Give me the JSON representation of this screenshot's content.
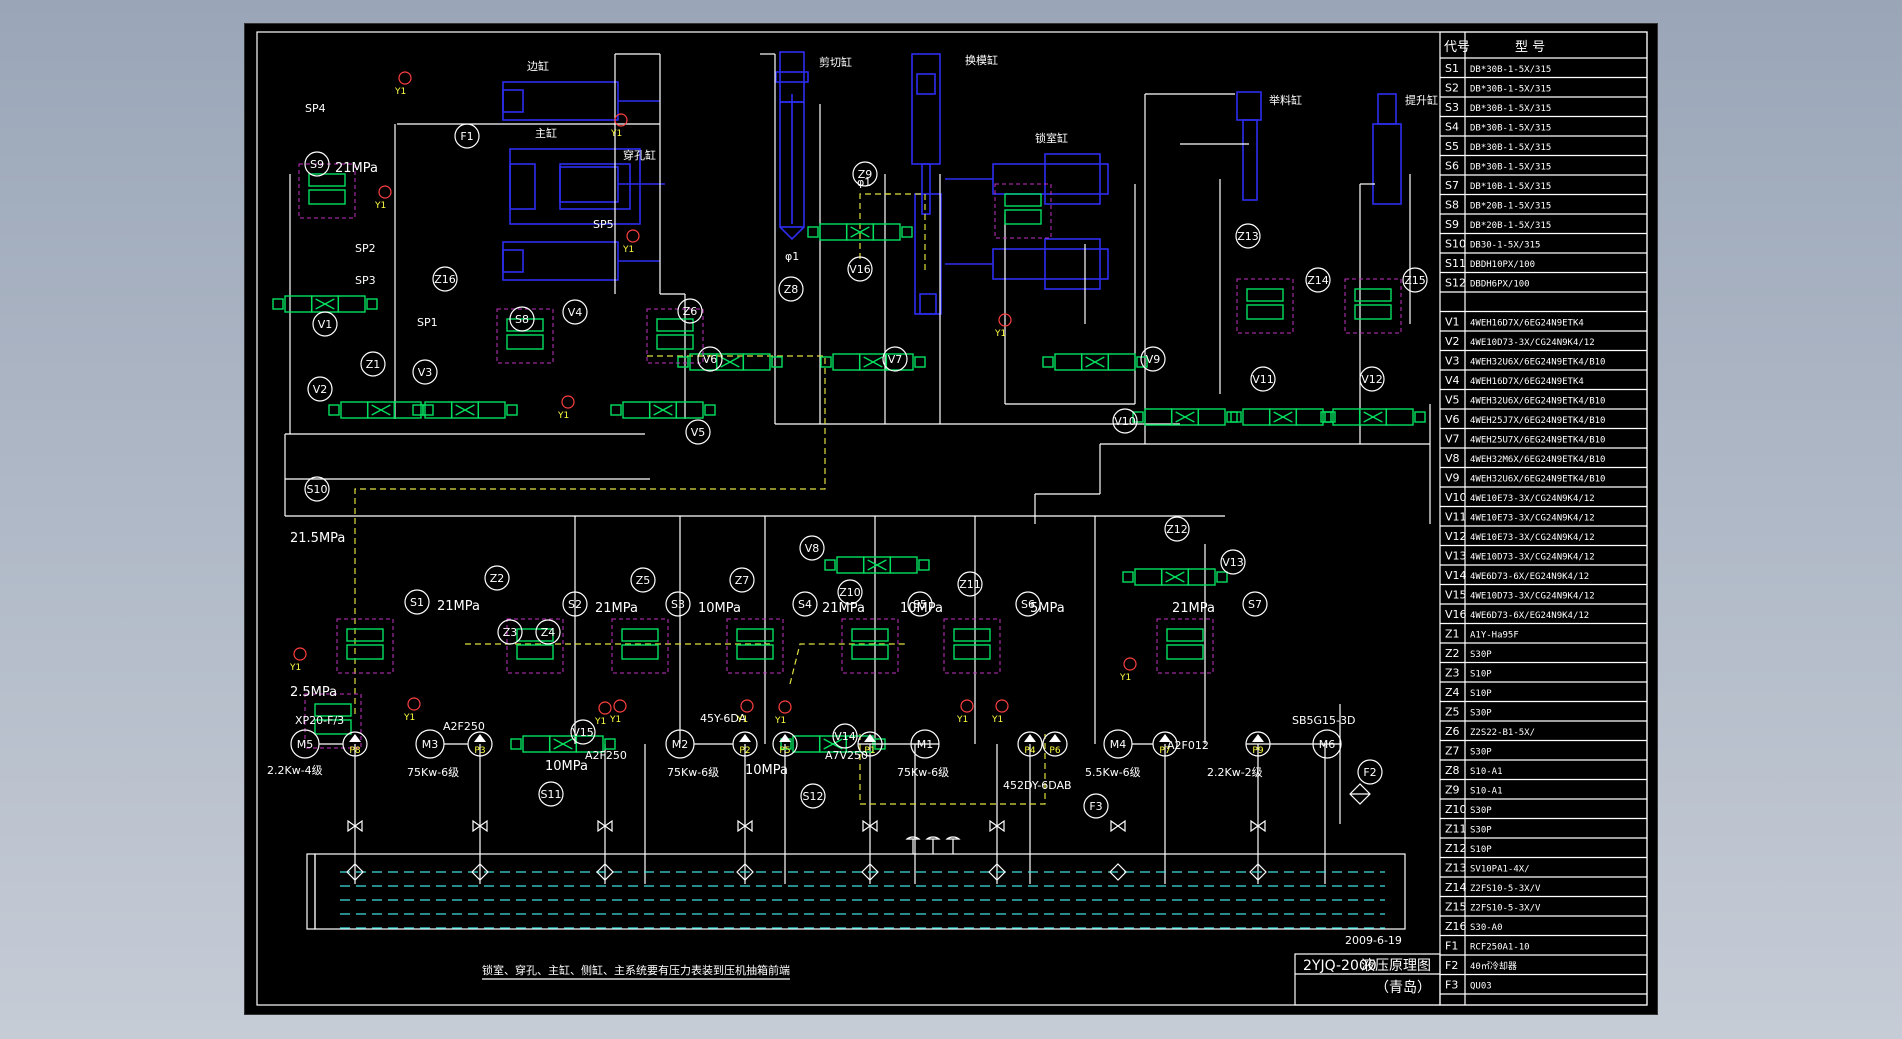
{
  "title_block": {
    "drawing_no": "2YJQ-2000",
    "drawing_title": "液压原理图",
    "location": "（青岛）",
    "date": "2009-6-19",
    "note": "锁室、穿孔、主缸、侧缸、主系统要有压力表装到压机抽箱前端"
  },
  "parts_table": {
    "header": [
      "代号",
      "型 号"
    ],
    "rows": [
      [
        "S1",
        "DB*30B-1-5X/315"
      ],
      [
        "S2",
        "DB*30B-1-5X/315"
      ],
      [
        "S3",
        "DB*30B-1-5X/315"
      ],
      [
        "S4",
        "DB*30B-1-5X/315"
      ],
      [
        "S5",
        "DB*30B-1-5X/315"
      ],
      [
        "S6",
        "DB*30B-1-5X/315"
      ],
      [
        "S7",
        "DB*10B-1-5X/315"
      ],
      [
        "S8",
        "DB*20B-1-5X/315"
      ],
      [
        "S9",
        "DB*20B-1-5X/315"
      ],
      [
        "S10",
        "DB30-1-5X/315"
      ],
      [
        "S11",
        "DBDH10PX/100"
      ],
      [
        "S12",
        "DBDH6PX/100"
      ],
      [
        "",
        ""
      ],
      [
        "V1",
        "4WEH16D7X/6EG24N9ETK4"
      ],
      [
        "V2",
        "4WE10D73-3X/CG24N9K4/12"
      ],
      [
        "V3",
        "4WEH32U6X/6EG24N9ETK4/B10"
      ],
      [
        "V4",
        "4WEH16D7X/6EG24N9ETK4"
      ],
      [
        "V5",
        "4WEH32U6X/6EG24N9ETK4/B10"
      ],
      [
        "V6",
        "4WEH25J7X/6EG24N9ETK4/B10"
      ],
      [
        "V7",
        "4WEH25U7X/6EG24N9ETK4/B10"
      ],
      [
        "V8",
        "4WEH32M6X/6EG24N9ETK4/B10"
      ],
      [
        "V9",
        "4WEH32U6X/6EG24N9ETK4/B10"
      ],
      [
        "V10",
        "4WE10E73-3X/CG24N9K4/12"
      ],
      [
        "V11",
        "4WE10E73-3X/CG24N9K4/12"
      ],
      [
        "V12",
        "4WE10E73-3X/CG24N9K4/12"
      ],
      [
        "V13",
        "4WE10D73-3X/CG24N9K4/12"
      ],
      [
        "V14",
        "4WE6D73-6X/EG24N9K4/12"
      ],
      [
        "V15",
        "4WE10D73-3X/CG24N9K4/12"
      ],
      [
        "V16",
        "4WE6D73-6X/EG24N9K4/12"
      ],
      [
        "Z1",
        "A1Y-Ha95F"
      ],
      [
        "Z2",
        "S30P"
      ],
      [
        "Z3",
        "S10P"
      ],
      [
        "Z4",
        "S10P"
      ],
      [
        "Z5",
        "S30P"
      ],
      [
        "Z6",
        "Z2S22-B1-5X/"
      ],
      [
        "Z7",
        "S30P"
      ],
      [
        "Z8",
        "S10-A1"
      ],
      [
        "Z9",
        "S10-A1"
      ],
      [
        "Z10",
        "S30P"
      ],
      [
        "Z11",
        "S30P"
      ],
      [
        "Z12",
        "S10P"
      ],
      [
        "Z13",
        "SV10PA1-4X/"
      ],
      [
        "Z14",
        "Z2FS10-5-3X/V"
      ],
      [
        "Z15",
        "Z2FS10-5-3X/V"
      ],
      [
        "Z16",
        "S30-A0"
      ],
      [
        "F1",
        "RCF250A1-10"
      ],
      [
        "F2",
        "40㎡冷却器"
      ],
      [
        "F3",
        "QU03"
      ]
    ]
  },
  "cylinders": {
    "side": "边缸",
    "main": "主缸",
    "pierce": "穿孔缸",
    "shear": "剪切缸",
    "changer": "换模缸",
    "lock": "锁室缸",
    "lift_a": "举料缸",
    "lift_b": "提升缸"
  },
  "labels": {
    "s9": "S9",
    "s9_p": "21MPa",
    "s10": "S10",
    "s10_p": "21.5MPa",
    "s1": "S1",
    "s1_p": "21MPa",
    "s2": "S2",
    "s2_p": "21MPa",
    "s3": "S3",
    "s3_p": "10MPa",
    "s4": "S4",
    "s4_p": "21MPa",
    "s5": "S5",
    "s5_p": "10MPa",
    "s6": "S6",
    "s6_p": "5MPa",
    "s7": "S7",
    "s7_p": "21MPa",
    "s8": "S8",
    "s11": "S11",
    "s11_p": "10MPa",
    "s12": "S12",
    "p_10": "10MPa",
    "p_25": "2.5MPa",
    "sp1": "SP1",
    "sp2": "SP2",
    "sp3": "SP3",
    "sp4": "SP4",
    "sp5": "SP5",
    "f1": "F1",
    "f2": "F2",
    "f3": "F3",
    "v1": "V1",
    "v2": "V2",
    "v3": "V3",
    "v4": "V4",
    "v5": "V5",
    "v6": "V6",
    "v7": "V7",
    "v8": "V8",
    "v9": "V9",
    "v10": "V10",
    "v11": "V11",
    "v12": "V12",
    "v13": "V13",
    "v14": "V14",
    "v15": "V15",
    "v16": "V16",
    "z1": "Z1",
    "z2": "Z2",
    "z3": "Z3",
    "z4": "Z4",
    "z5": "Z5",
    "z6": "Z6",
    "z7": "Z7",
    "z8": "Z8",
    "z9": "Z9",
    "z10": "Z10",
    "z11": "Z11",
    "z12": "Z12",
    "z13": "Z13",
    "z14": "Z14",
    "z15": "Z15",
    "z16": "Z16",
    "m1": "M1",
    "m2": "M2",
    "m3": "M3",
    "m4": "M4",
    "m5": "M5",
    "m6": "M6",
    "p1": "P1",
    "p2": "P2",
    "p3": "P3",
    "p4": "P4",
    "p5": "P5",
    "p6": "P6",
    "p7": "P7",
    "p8": "P8",
    "p9": "P9",
    "pump_m5": "XP20-F/3",
    "motor_m5": "2.2Kw-4级",
    "pump_m3": "A2F250",
    "motor_m3": "75Kw-6级",
    "pump_m2a": "A2F250",
    "pump_m2b": "45Y-6DA",
    "motor_m2": "75Kw-6级",
    "pump_m1": "A7V250",
    "motor_m1": "75Kw-6级",
    "pump_p6": "452DY-6DAB",
    "motor_m4": "5.5Kw-6级",
    "pump_m4": "A2F012",
    "pump_m6": "SB5G15-3D",
    "motor_m6": "2.2Kw-2级",
    "phi1": "φ1",
    "phi1b": "φ1",
    "gauge": "Y1"
  },
  "colors": {
    "background": "#000000",
    "frame": "#ffffff",
    "cylinder": "#2d2df0",
    "valve": "#00e060",
    "boundary": "#c030c0",
    "pilot_line": "#e0e040",
    "oil_level": "#40e0e0",
    "gauge": "#ff4040"
  }
}
